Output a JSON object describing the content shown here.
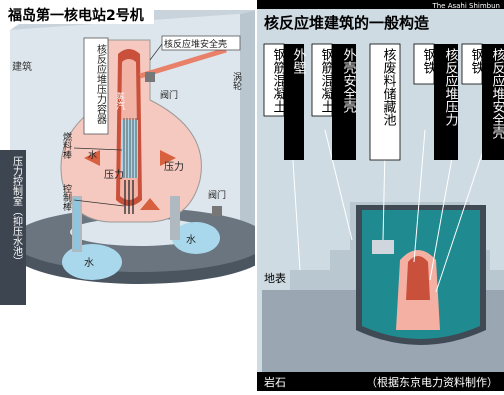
{
  "credit": "The Asahi Shimbun",
  "colors": {
    "pressure_vessel": "#c9503a",
    "vessel_inner": "#f3b4a8",
    "containment": "#f6c9c0",
    "water": "#a9d8ec",
    "left_background": "#dde6ec",
    "right_background": "#cfdbe3",
    "foundation": "#9aa7b3",
    "label_box": "#000000",
    "steam_pipe": "#e8806a"
  },
  "left": {
    "title": "福岛第一核电站2号机",
    "labels": {
      "building": "建筑",
      "containment_shell": "核反应堆安全壳",
      "pressure_vessel": "核反应堆压力容器",
      "steam": "蒸汽",
      "turbine": "涡轮",
      "valve": "阀门",
      "fuel_rods": "燃料棒",
      "water_upper": "水",
      "control_rods": "控制棒",
      "pressure_inner": "压力",
      "pressure_outer": "压力",
      "water_left": "水",
      "water_right": "水",
      "suppression": "压力控制室（抑压水池）"
    }
  },
  "right": {
    "title": "核反应堆建筑的一般构造",
    "legend": [
      {
        "key": "steel1",
        "part1": "钢筋混凝土",
        "part2": "外壁"
      },
      {
        "key": "steel2",
        "part1": "钢筋混凝土",
        "part2": "外壳安全壳"
      },
      {
        "key": "pool",
        "part1": "核废料储藏池",
        "part2": ""
      },
      {
        "key": "steel3",
        "part1": "钢铁",
        "part2": "核反应堆压力"
      },
      {
        "key": "steel4",
        "part1": "钢铁",
        "part2": "核反应堆安全壳"
      }
    ],
    "ground_label": "地表",
    "rock_label": "岩石",
    "source": "（根据东京电力资料制作）"
  }
}
